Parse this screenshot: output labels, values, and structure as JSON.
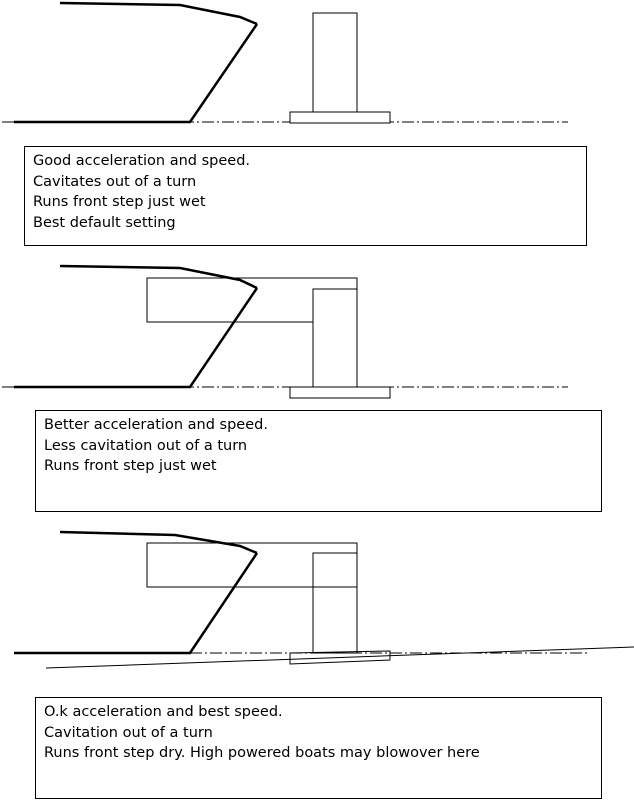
{
  "diagram": {
    "title": "",
    "panels": [
      {
        "name": "setting-1",
        "description_lines": [
          "Good acceleration and speed.",
          "Cavitates out of a turn",
          "Runs front step just wet",
          "Best default setting"
        ]
      },
      {
        "name": "setting-2",
        "description_lines": [
          "Better acceleration and speed.",
          "Less cavitation out of a turn",
          "Runs front step just wet"
        ]
      },
      {
        "name": "setting-3",
        "description_lines": [
          "O.k acceleration and best speed.",
          "Cavitation out of a turn",
          "Runs front step dry. High powered boats may blowover here"
        ]
      }
    ]
  },
  "colors": {
    "line": "#000000",
    "background": "#ffffff"
  }
}
